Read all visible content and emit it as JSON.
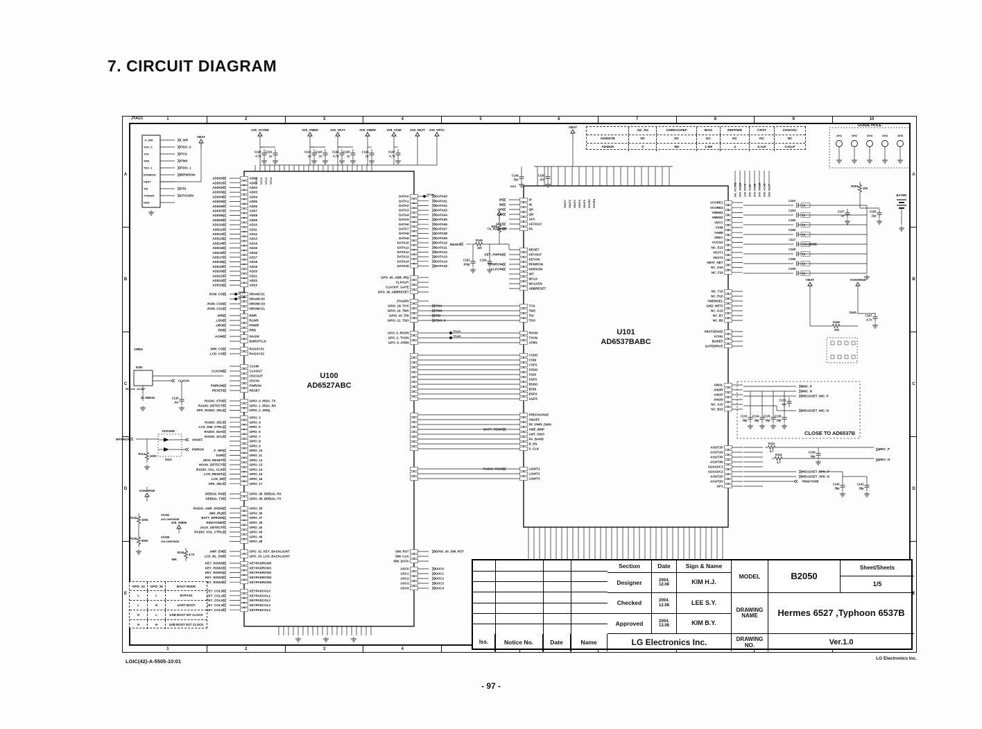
{
  "page": {
    "title": "7. CIRCUIT DIAGRAM",
    "number": "- 97 -",
    "footer_left": "LGIC(42)-A-5505-10:01",
    "footer_right": "LG Electronics Inc."
  },
  "frame": {
    "corner": "JTAG1",
    "cols": [
      "1",
      "2",
      "3",
      "4",
      "5",
      "6",
      "7",
      "8",
      "9",
      "10"
    ],
    "rows": [
      "A",
      "B",
      "C",
      "D",
      "E"
    ]
  },
  "config_table": {
    "headers": [
      "",
      "NC_R4",
      "CHRDACREF",
      "BIAS",
      "REFPWR",
      "CRST",
      "CHGOSC"
    ],
    "rows": [
      [
        "AD6537B",
        "NC",
        "NC",
        "NC",
        "NC",
        "NC",
        "NC"
      ],
      [
        "AD6535",
        "0",
        "5M",
        "1.5M",
        "4",
        "0.1uF",
        "0.01uF"
      ]
    ]
  },
  "guide": {
    "title": "GUIDE HOLE",
    "holes": [
      "GH1",
      "GH2",
      "GH3",
      "GH4",
      "GH5"
    ]
  },
  "boot_table": {
    "headers": [
      "GPIO_34",
      "GPIO_36",
      "BOOT MODE"
    ],
    "rows": [
      [
        "L",
        "L",
        "BYPASS"
      ],
      [
        "L",
        "H",
        "UART BOOT"
      ],
      [
        "H",
        "L",
        "USB BOOT INT CLOCK"
      ],
      [
        "H",
        "H",
        "USB BOOT EXT CLOCK"
      ]
    ]
  },
  "title_block": {
    "headers": {
      "section": "Section",
      "date": "Date",
      "sign": "Sign & Name"
    },
    "rows": [
      {
        "section": "Designer",
        "y": "2004.",
        "md": "12.08",
        "name": "KIM H.J."
      },
      {
        "section": "Checked",
        "y": "2004.",
        "md": "12.08",
        "name": "LEE S.Y."
      },
      {
        "section": "Approved",
        "y": "2004.",
        "md": "12.08",
        "name": "KIM B.Y."
      }
    ],
    "model_label": "MODEL",
    "model": "B2050",
    "sheet_label": "Sheet/Sheets",
    "sheet": "1/5",
    "drawing_name_label": "DRAWING NAME",
    "drawing_name": "Hermes 6527 ,Typhoon 6537B",
    "iss": "Iss.",
    "notice": "Notice No.",
    "date": "Date",
    "name": "Name",
    "company": "LG Electronics Inc.",
    "drawing_no_label": "DRAWING NO.",
    "version": "Ver.1.0"
  },
  "rails": [
    {
      "net": "1V8_VCORE",
      "caps": [
        [
          "C140",
          "4.7u"
        ],
        [
          "C141",
          "1u"
        ]
      ]
    },
    {
      "net": "3V8_VMEM",
      "caps": [
        [
          "C142",
          "1u"
        ],
        [
          "C143",
          "1u"
        ]
      ]
    },
    {
      "net": "3V8_VEXT",
      "caps": [
        [
          "C144",
          "4.7u"
        ],
        [
          "C145",
          "1u"
        ]
      ]
    },
    {
      "net": "3V8_VMEM",
      "caps": [
        [
          "C146",
          "1u"
        ]
      ]
    },
    {
      "net": "3V8_VSIM",
      "caps": [
        [
          "C147",
          "4.7n"
        ]
      ]
    },
    {
      "net": "3V8_VEXT",
      "caps": []
    },
    {
      "net": "1V8_VRTC",
      "caps": []
    }
  ],
  "jtag": {
    "pins": [
      "_P_WR",
      "TDO_0",
      "TCK",
      "TMS",
      "TDO_1",
      "EPWRON",
      "VBAT",
      "TDI",
      "JTAGEN",
      "GND"
    ],
    "signals": [
      "_WR",
      "TDO_0",
      "TCK",
      "TMS",
      "TDO_1",
      "RPWRON",
      "",
      "TDI",
      "JTAGEN",
      ""
    ]
  },
  "u100": {
    "ref": "U100",
    "part": "AD6527ABC",
    "vcc_nets": [
      "VCC1",
      "VCC2",
      "VCC3",
      "VCC4"
    ],
    "addr_out": [
      "ADD00",
      "ADD01",
      "ADD02",
      "ADD03",
      "ADD04",
      "ADD05",
      "ADD06",
      "ADD07",
      "ADD08",
      "ADD09",
      "ADD10",
      "ADD11",
      "ADD12",
      "ADD13",
      "ADD14",
      "ADD15",
      "ADD16",
      "ADD17",
      "ADD18",
      "ADD19",
      "ADD20",
      "ADD21",
      "ADD22",
      "ADD23"
    ],
    "addr_in": [
      "AD00",
      "AD01",
      "AD02",
      "AD03",
      "AD04",
      "AD05",
      "AD06",
      "AD07",
      "AD08",
      "AD09",
      "AD10",
      "AD11",
      "AD12",
      "AD13",
      "AD14",
      "AD15",
      "AD16",
      "AD17",
      "AD18",
      "AD19",
      "AD20",
      "AD21",
      "AD22",
      "AD23"
    ],
    "g_ramrom_out": [
      "_RAM_CS",
      "",
      "_ROM_CS0",
      "_ROM_CS1"
    ],
    "g_ramrom_in": [
      "NRAMCS1",
      "NRAMCS0",
      "NROMCS0",
      "NROMCS1"
    ],
    "g_mem_out": [
      "_WR",
      "_LBS",
      "_UBS",
      "_RD"
    ],
    "g_mem_in": [
      "RWR",
      "RLWR",
      "RHWR",
      "RRD"
    ],
    "g_agw_out": [
      "AGW",
      ""
    ],
    "g_agw_in": [
      "NAGW",
      "BURSTCLK"
    ],
    "g_cs_out": [
      "_WIN_CS",
      "_LCD_CS"
    ],
    "g_cs_in": [
      "RAUXCS1",
      "RAUXCS2"
    ],
    "g_clk_out": [
      "",
      "CLKON",
      "",
      "",
      "PWRON",
      "RESET"
    ],
    "g_clk_in": [
      "CLKIN",
      "CLKOUT",
      "OSCOUT",
      "OSCIN",
      "PWRON",
      "RESET"
    ],
    "g_radio1_out": [
      "RADIO_STO",
      "RADIO_DETECT",
      "SPK_RADIO_SEL"
    ],
    "g_radio1_in": [
      "GPIO_0_IRDA_TX",
      "GPIO_1_IRDA_RX",
      "GPIO_2_XIRQ"
    ],
    "g_gpio_out": [
      "",
      "RADIO_SEL",
      "LCD_DIM_CTRL",
      "RADIO_SDA",
      "RADIO_SCL",
      "",
      "",
      "_F_WP",
      "DSR",
      "_MCH_RESET",
      "HOOK_DETECT",
      "RADIO_VOL_CLK",
      "_LCD_RESET",
      "LCD_ID",
      "SPK_SEL"
    ],
    "g_gpio_in": [
      "GPIO_3",
      "GPIO_4",
      "GPIO_5",
      "GPIO_6",
      "GPIO_7",
      "GPIO_8",
      "GPIO_9",
      "GPIO_10",
      "GPIO_11",
      "GPIO_12",
      "GPIO_13",
      "GPIO_14",
      "GPIO_15",
      "GPIO_16",
      "GPIO_17"
    ],
    "g_debug_out": [
      "DEBUG_RX",
      "DEBUG_TX"
    ],
    "g_debug_in": [
      "GPIO_38_DEBUG_RX",
      "GPIO_36_DEBUG_TX"
    ],
    "g_radio2_out": [
      "RADIO_AMP_SHDN",
      "_MIN_IRQ",
      "BATT_EPROM",
      "RINGTONE",
      "JACK_DETECT",
      "RADIO_VOL_CTRL",
      "",
      ""
    ],
    "g_radio2_in": [
      "GPIO_35",
      "GPIO_36",
      "GPIO_37",
      "GPIO_39",
      "GPIO_40",
      "GPIO_45",
      "GPIO_46",
      "GPIO_48"
    ],
    "g_backlight_out": [
      "AMP_EN",
      "LCD_BL_EN"
    ],
    "g_backlight_in": [
      "GPO_32_KEY_BACKLIGHT",
      "GPO_33_LCD_BACKLIGHT"
    ],
    "g_keyrow_out": [
      "KEY_ROW0",
      "KEY_ROW1",
      "KEY_ROW2",
      "KEY_ROW3",
      "KEY_ROW4"
    ],
    "g_keyrow_in": [
      "KEYPADROW0",
      "KEYPADROW1",
      "KEYPADROW2",
      "KEYPADROW3",
      "KEYPADROW4"
    ],
    "g_keycol_out": [
      "KEY_COL0",
      "KEY_COL1",
      "KEY_COL2",
      "KEY_COL3",
      "KEY_COL4"
    ],
    "g_keycol_in": [
      "KEYPADCOL0",
      "KEYPADCOL1",
      "KEYPADCOL2",
      "KEYPADCOL3",
      "KEYPADCOL4"
    ],
    "data_in": [
      "DATA0",
      "DATA1",
      "DATA2",
      "DATA3",
      "DATA4",
      "DATA5",
      "DATA6",
      "DATA7",
      "DATA8",
      "DATA9",
      "DATA10",
      "DATA11",
      "DATA12",
      "DATA13",
      "DATA14",
      "DATA15"
    ],
    "data_out": [
      "DATA00",
      "DATA01",
      "DATA02",
      "DATA03",
      "DATA04",
      "DATA05",
      "DATA06",
      "DATA07",
      "DATA08",
      "DATA09",
      "DATA10",
      "DATA11",
      "DATA12",
      "DATA13",
      "DATA14",
      "DATA15"
    ],
    "g_abb_in": [
      "GPO_40_ABB_IRQ",
      "CLKOUT",
      "CLKOUT_GATE",
      "GPO_36_ABBRESET"
    ],
    "g_jtag_out": [
      "",
      "TCK",
      "TMS",
      "TDI",
      "TDO_0"
    ],
    "g_jtag_in": [
      "JTAGEN",
      "GPIO_18_TCK",
      "GPIO_19_TMS",
      "GPIO_20_TDI",
      "GPIO_21_TDO"
    ],
    "g_rxtx_in": [
      "GPO_0_RXON",
      "GPO_2_TXON",
      "GPO_9_ATBN"
    ],
    "g_sim_out": [
      "GPIO_30_SIM_RST",
      "",
      ""
    ],
    "g_sim_in": [
      "SIM_RST",
      "SIM_CLK",
      "SIM_DATA"
    ],
    "g_usc_out": [
      "USC0",
      "USC1",
      "USC2",
      "USC3",
      "USC4"
    ],
    "g_usc_in": [
      "USC0",
      "USC1",
      "USC2",
      "USC3",
      "USC4"
    ]
  },
  "u101": {
    "ref": "U101",
    "part": "AD6537BABC",
    "g_iq_in": [
      "IP",
      "IN",
      "QP",
      "QN",
      "AFC",
      "AFCDAC",
      "PA"
    ],
    "g_iq_out": [
      "IP",
      "IN",
      "QP",
      "QN",
      "",
      "AFC",
      "TX_RAMP"
    ],
    "g_reset_in": [
      "RESET",
      "KEYOUT",
      "KEYON",
      "RPWRON",
      "NORXON",
      "INT",
      "MCLK",
      "MCLKEN",
      "ABBRESET"
    ],
    "g_reset_out": [
      "",
      "KEY_PWRN",
      "",
      "RPWRON",
      "CLKON",
      "",
      "",
      "",
      ""
    ],
    "g_jtag_in": [
      "TCK",
      "TMS",
      "TDI",
      "TDO"
    ],
    "g_rxtx_in": [
      "RXON",
      "TXON",
      "ATBN"
    ],
    "g_cs_in": [
      "CSDO",
      "CSDI",
      "CSFS",
      "SSDO",
      "SSDI",
      "SSFS",
      "BSDO",
      "BSDI",
      "BSFS",
      "AGFS"
    ],
    "g_actl_in": [
      "PRECHARGE",
      "ONOFF",
      "RF_PWR_DWN",
      "AME_BMP",
      "ANT_SWO",
      "PA_BAND",
      "B_EN",
      "S_CLK"
    ],
    "g_actl_out": [
      "",
      "",
      "",
      "BATT_TEMP",
      "",
      "",
      "",
      ""
    ],
    "g_light_in": [
      "LIGHT1",
      "LIGHT2",
      "LIGHT3"
    ],
    "g_light_out": [
      "RADIO_RSSI",
      "",
      ""
    ],
    "g_pwr_in": [
      "VCORE1",
      "VCORE3",
      "VMEM1",
      "VMEM3",
      "VRTC",
      "VSIM",
      "VABB",
      "VREC",
      "VVCXO",
      "NC_E15",
      "VEXT1",
      "VEXT3",
      "VBAT_NET",
      "NC_G16",
      "NC_F16"
    ],
    "g_nc_in": [
      "NC_T15",
      "NC_R15",
      "VMEMSEL",
      "GND_NET3",
      "NC_G15",
      "NC_B7",
      "NC_B5"
    ],
    "g_sense_in": [
      "VBATSENSE",
      "VCHG",
      "BGREF",
      "GATEDRIVE"
    ],
    "g_ain_in": [
      "AIN3L",
      "AIN3R",
      "AIN1P",
      "AIN1N",
      "NC_A15",
      "NC_B15"
    ],
    "g_aout_in": [
      "AOUT1P",
      "AOUT1N",
      "AOUT3P",
      "AOUT3N",
      "AUXADC1",
      "AUXADC2",
      "AOUT2P",
      "AOUT2N",
      "GP1"
    ],
    "caps_right": [
      [
        "C163",
        "1u"
      ],
      [
        "C164",
        "1u"
      ],
      [
        "C165",
        "1u"
      ],
      [
        "C166",
        "1u"
      ],
      [
        "C117",
        "3.3u (4608)"
      ],
      [
        "C168",
        "1u"
      ],
      [
        "C196",
        "1u"
      ],
      [
        "C155",
        "1u"
      ]
    ],
    "top_nets": [
      "NA_VCORE",
      "3V8_VMEM",
      "1V8_VRTC",
      "3V8_VSIM",
      "3V8_VABB",
      "3V8_VMEM",
      "3V8_VCXO",
      "3V8_VEXT"
    ],
    "vbat_nets": [
      "VBAT1",
      "VBAT2",
      "VBAT3",
      "VBAT4",
      "VBAT5",
      "SPKRP",
      "SPKRN"
    ]
  },
  "ann": {
    "close_to": "CLOSE TO AD6537B",
    "mic_p": "MIC_P",
    "mic_n": "MIC_N",
    "hmic_p": "HEADSET_MIC_P",
    "hmic_n": "HEADSET_MIC_N",
    "hspk_p": "HEADSET_SPK_P",
    "hspk_n": "HEADSET_SPK_N",
    "ringtone": "RINGTONE",
    "rec_p": "REC_P",
    "rec_n": "REC_N",
    "c131": "C131",
    "na": "NA",
    "c133": "C133",
    "c134": "C134",
    "c135": "C135",
    "c136": "C136",
    "p39": "39p",
    "c139": "C139",
    "c140": "C140",
    "c141": "C141",
    "r111": "R111",
    "r114": "R114",
    "r47": "4.7",
    "vbat": "VBAT",
    "vcharge": "VCHARGE",
    "rpwron": "RPWRON",
    "onoff": "ONOFF",
    "pwron": "PWRON",
    "kds": "KDS160E",
    "d441": "D441",
    "r113": "R113",
    "k100": "100K",
    "r130": "R130",
    "va332": "VA332",
    "avl1": "AVLCM50985B",
    "r139": "R139",
    "k940": "940K",
    "va339": "VA339",
    "avl2": "AVLCM50985D",
    "vmem": "3V8_VMEM",
    "r118": "R118",
    "k47": "4.7K",
    "mik": "MIK",
    "e160": "E160",
    "xtal": "MC-146_13.5pF",
    "khz": "32.768KHz",
    "c130": "C130",
    "mhz13": "13MHz",
    "clkon": "CLKON",
    "reset": "_RESET",
    "r145": "R145",
    "r100": "100",
    "c153": "C153",
    "c154": "C154",
    "p100": "100p",
    "rn5": "RN5",
    "k10": "10K",
    "c149": "C149",
    "u50": "50u",
    "c150": "C150",
    "n47": "47n",
    "t0415": "0415",
    "r184": "R184",
    "c137": "C137",
    "n1": "1n",
    "c159": "C159",
    "p22": "22p",
    "bat": "BAT800",
    "r166": "R166",
    "o220": "220",
    "d440": "D440",
    "c167": "C167",
    "n4_7": "4.7n",
    "tp160": "TP160",
    "tp166": "TP166",
    "tp196": "TP196",
    "tp119": "TP119",
    "tp139": "TP139"
  }
}
